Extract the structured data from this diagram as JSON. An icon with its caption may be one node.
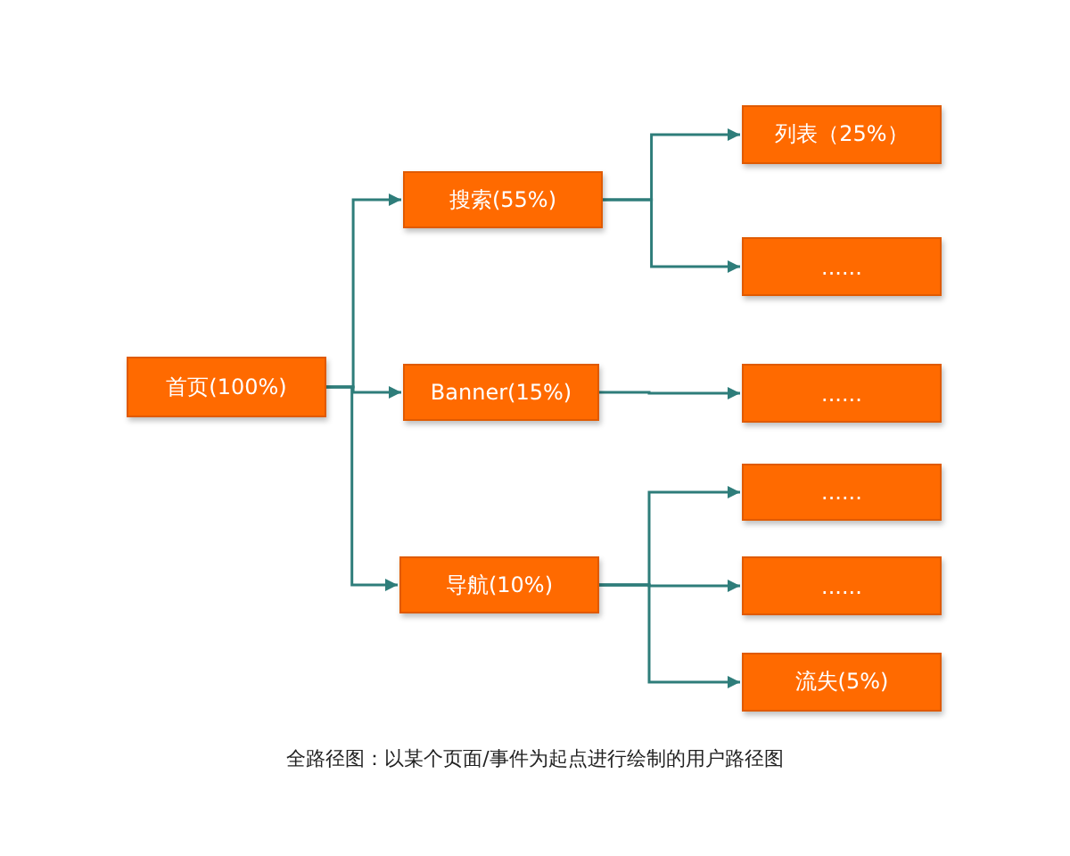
{
  "diagram": {
    "caption": "全路径图：以某个页面/事件为起点进行绘制的用户路径图",
    "nodes": [
      {
        "text": [
          "首页(100%)"
        ]
      },
      {
        "text": [
          "搜索(55%)"
        ]
      },
      {
        "text": [
          "Banner(15%)"
        ]
      },
      {
        "text": [
          "导航(10%)"
        ]
      },
      {
        "text": [
          "列表（25%）"
        ]
      },
      {
        "text": [
          "......"
        ]
      },
      {
        "text": [
          "......"
        ]
      },
      {
        "text": [
          "......"
        ]
      },
      {
        "text": [
          "......"
        ]
      },
      {
        "text": [
          "流失(5%)"
        ]
      }
    ],
    "edges": [
      {
        "from": 0,
        "to": 1,
        "arrow": "to"
      },
      {
        "from": 0,
        "to": 2,
        "arrow": "to"
      },
      {
        "from": 0,
        "to": 3,
        "arrow": "to"
      },
      {
        "from": 1,
        "to": 4,
        "arrow": "to"
      },
      {
        "from": 1,
        "to": 5,
        "arrow": "to"
      },
      {
        "from": 2,
        "to": 6,
        "arrow": "to"
      },
      {
        "from": 3,
        "to": 7,
        "arrow": "to"
      },
      {
        "from": 3,
        "to": 8,
        "arrow": "to"
      },
      {
        "from": 3,
        "to": 9,
        "arrow": "to"
      }
    ]
  }
}
